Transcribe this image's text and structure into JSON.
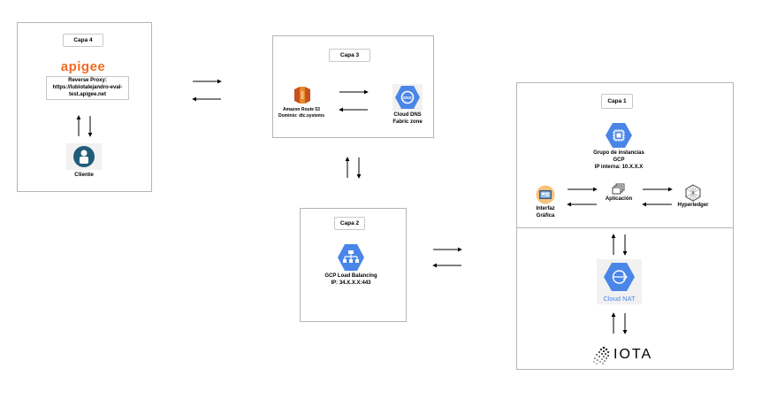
{
  "layer4": {
    "title": "Capa 4",
    "apigee_logo": "apigee",
    "reverse_proxy_lines": [
      "Reverse Proxy:",
      "https://lubiotalejandro-eval-",
      "test.apigee.net"
    ],
    "client_label": "Cliente"
  },
  "layer3": {
    "title": "Capa 3",
    "route53_lines": [
      "Amazon Route 53",
      "Dominio: dtc.systems"
    ],
    "dns_lines": [
      "Cloud DNS",
      "Fabric zone"
    ]
  },
  "layer2": {
    "title": "Capa 2",
    "lb_lines": [
      "GCP Load Balancing",
      "IP: 34.X.X.X:443"
    ]
  },
  "layer1": {
    "title": "Capa 1",
    "instance_group_lines": [
      "Grupo de instancias",
      "GCP",
      "IP interna: 10.X.X.X"
    ],
    "gui_lines": [
      "Interfaz",
      "Gráfica"
    ],
    "app_label": "Aplicación",
    "hyperledger_label": "Hyperledger",
    "cloud_nat_label": "Cloud NAT",
    "iota_logo": "IOTA"
  },
  "colors": {
    "gcp_blue": "#4a86e8",
    "apigee_orange": "#f26b21",
    "aws_orange": "#e8892b",
    "client_teal": "#1f5d78"
  },
  "icons": [
    "apigee-logo",
    "client-icon",
    "route53-icon",
    "cloud-dns-icon",
    "load-balancing-icon",
    "instance-group-icon",
    "gui-icon",
    "application-icon",
    "hyperledger-icon",
    "cloud-nat-icon",
    "iota-logo"
  ]
}
